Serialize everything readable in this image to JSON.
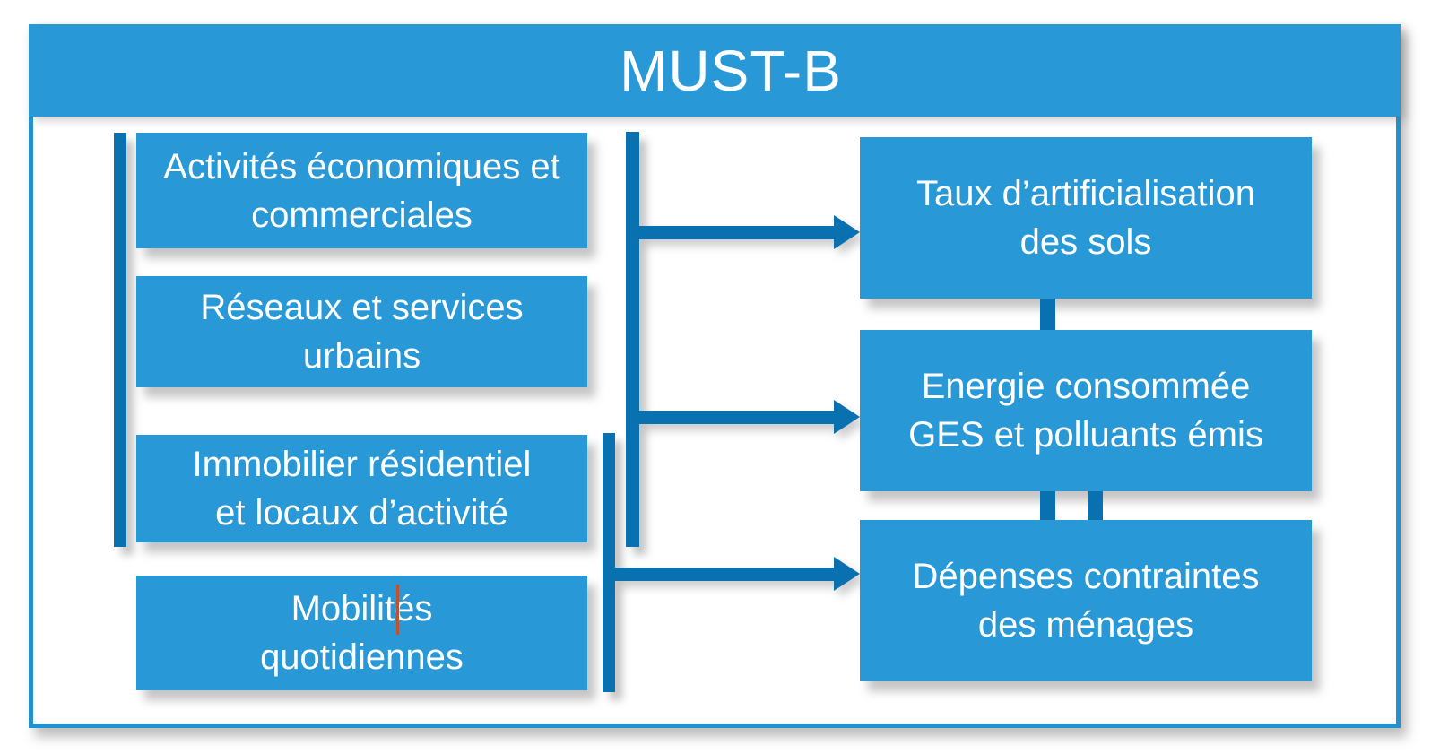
{
  "slide": {
    "title": "MUST-B"
  },
  "left_boxes": [
    {
      "line1": "Activités économiques et",
      "line2": "commerciales"
    },
    {
      "line1": "Réseaux et services",
      "line2": "urbains"
    },
    {
      "line1": "Immobilier résidentiel",
      "line2": "et locaux d’activité"
    },
    {
      "line1": "Mobilités",
      "line2": "quotidiennes"
    }
  ],
  "right_boxes": [
    {
      "line1": "Taux d’artificialisation",
      "line2": "des sols"
    },
    {
      "line1": "Energie consommée",
      "line2": "GES et polluants émis"
    },
    {
      "line1": "Dépenses contraintes",
      "line2": "des ménages"
    }
  ],
  "colors": {
    "box_fill_blue": "#2898D6",
    "accent_dark_blue": "#0A71B0",
    "frame_border_blue": "#2192CF",
    "text_white": "#FFFFFF",
    "cursor_artifact_orange": "#C0522D"
  }
}
